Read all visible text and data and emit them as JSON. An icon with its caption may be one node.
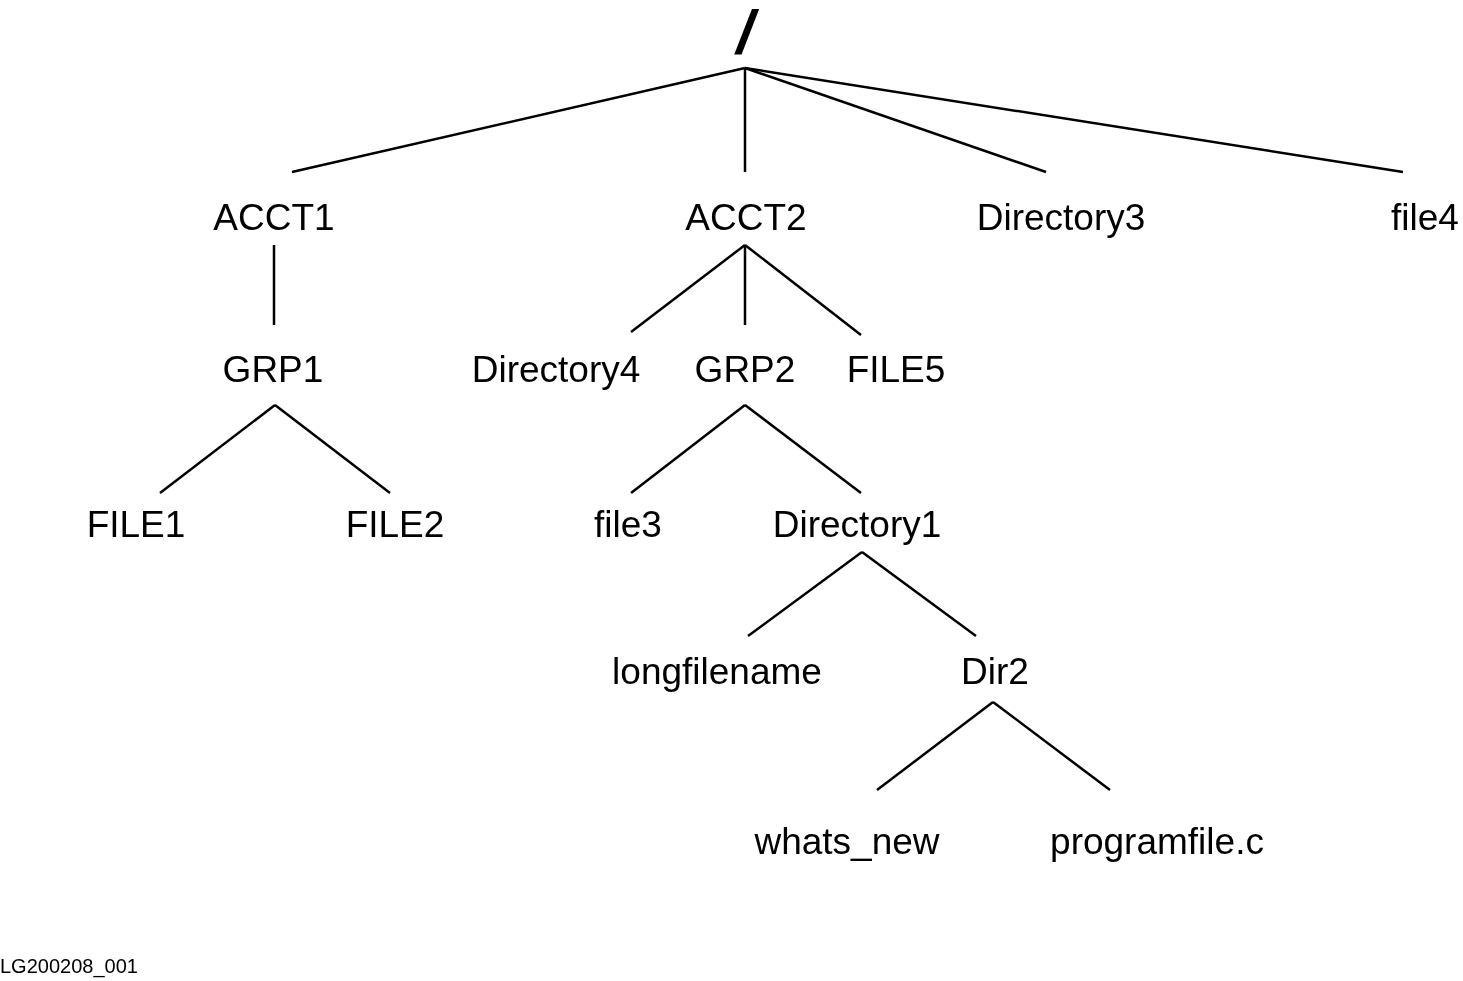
{
  "diagram": {
    "nodes": [
      {
        "text": [
          "/"
        ]
      },
      {
        "text": [
          "ACCT1"
        ]
      },
      {
        "text": [
          "ACCT2"
        ]
      },
      {
        "text": [
          "Directory3"
        ]
      },
      {
        "text": [
          "file4"
        ]
      },
      {
        "text": [
          "GRP1"
        ]
      },
      {
        "text": [
          "Directory4"
        ]
      },
      {
        "text": [
          "GRP2"
        ]
      },
      {
        "text": [
          "FILE5"
        ]
      },
      {
        "text": [
          "FILE1"
        ]
      },
      {
        "text": [
          "FILE2"
        ]
      },
      {
        "text": [
          "file3"
        ]
      },
      {
        "text": [
          "Directory1"
        ]
      },
      {
        "text": [
          "longfilename"
        ]
      },
      {
        "text": [
          "Dir2"
        ]
      },
      {
        "text": [
          "whats_new"
        ]
      },
      {
        "text": [
          "programfile.c"
        ]
      }
    ],
    "edges": [
      {
        "from": 0,
        "to": 1,
        "arrow": "none"
      },
      {
        "from": 0,
        "to": 2,
        "arrow": "none"
      },
      {
        "from": 0,
        "to": 3,
        "arrow": "none"
      },
      {
        "from": 0,
        "to": 4,
        "arrow": "none"
      },
      {
        "from": 1,
        "to": 5,
        "arrow": "none"
      },
      {
        "from": 2,
        "to": 6,
        "arrow": "none"
      },
      {
        "from": 2,
        "to": 7,
        "arrow": "none"
      },
      {
        "from": 2,
        "to": 8,
        "arrow": "none"
      },
      {
        "from": 5,
        "to": 9,
        "arrow": "none"
      },
      {
        "from": 5,
        "to": 10,
        "arrow": "none"
      },
      {
        "from": 7,
        "to": 11,
        "arrow": "none"
      },
      {
        "from": 7,
        "to": 12,
        "arrow": "none"
      },
      {
        "from": 12,
        "to": 13,
        "arrow": "none"
      },
      {
        "from": 12,
        "to": 14,
        "arrow": "none"
      },
      {
        "from": 14,
        "to": 15,
        "arrow": "none"
      },
      {
        "from": 14,
        "to": 16,
        "arrow": "none"
      }
    ],
    "labels": [
      "LG200208_001"
    ]
  }
}
